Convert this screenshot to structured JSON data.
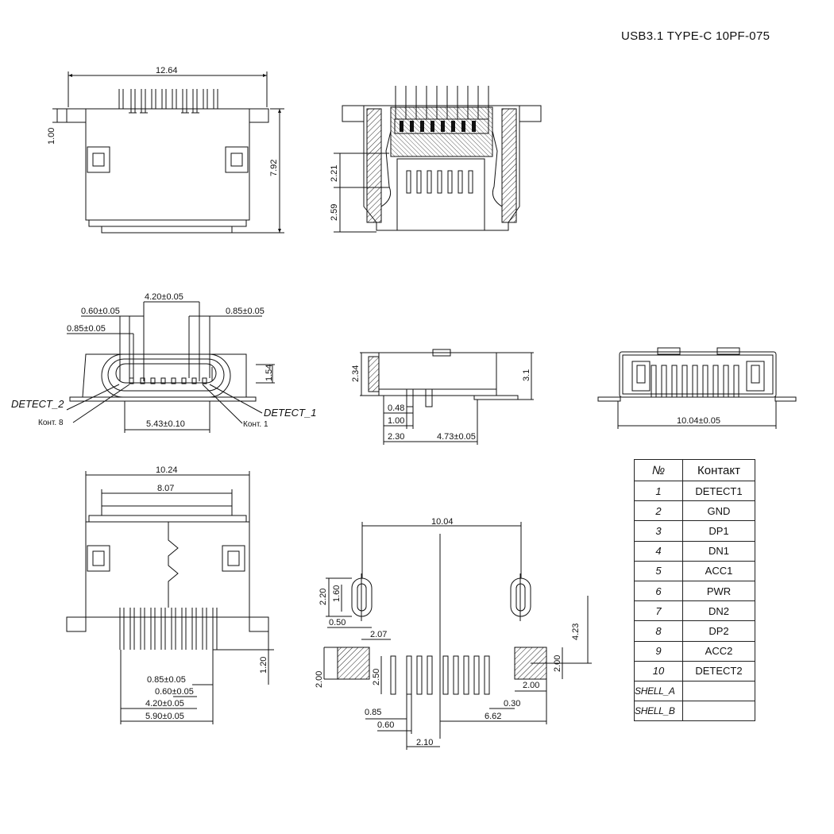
{
  "title": "USB3.1 TYPE-C 10PF-075",
  "views": {
    "front": {
      "width": "12.64",
      "height": "7.92",
      "flange": "1.00"
    },
    "section": {
      "dim_upper": "2.21",
      "dim_lower": "2.59"
    },
    "mating_face": {
      "pitch_outer": "4.20±0.05",
      "pad_left": "0.60±0.05",
      "pad_right": "0.85±0.05",
      "pad_left2": "0.85±0.05",
      "height": "1.54",
      "width": "5.43±0.10",
      "label_detect2": "DETECT_2",
      "label_detect1": "DETECT_1",
      "label_pin8": "Конт. 8",
      "label_pin1": "Конт. 1"
    },
    "side": {
      "h1": "2.34",
      "h2": "3.1",
      "d048": "0.48",
      "d100": "1.00",
      "d230": "2.30",
      "d473": "4.73±0.05"
    },
    "rear": {
      "width": "10.04±0.05"
    },
    "top": {
      "width_outer": "10.24",
      "width_inner": "8.07",
      "lead": "1.20",
      "d085": "0.85±0.05",
      "d060": "0.60±0.05",
      "d420": "4.20±0.05",
      "d590": "5.90±0.05"
    },
    "footprint": {
      "width": "10.04",
      "slot_h": "2.20",
      "slot_inner": "1.60",
      "slot_w": "0.50",
      "slot_x": "2.07",
      "pad_offset": "4.23",
      "pad_h_left": "2.00",
      "pin_len": "2.50",
      "pad_h_right": "2.00",
      "pad_w_right": "2.00",
      "gap": "0.30",
      "d085": "0.85",
      "d060": "0.60",
      "d662": "6.62",
      "d210": "2.10"
    }
  },
  "pin_table": {
    "header_num": "№",
    "header_name": "Контакт",
    "rows": [
      {
        "num": "1",
        "name": "DETECT1"
      },
      {
        "num": "2",
        "name": "GND"
      },
      {
        "num": "3",
        "name": "DP1"
      },
      {
        "num": "4",
        "name": "DN1"
      },
      {
        "num": "5",
        "name": "ACC1"
      },
      {
        "num": "6",
        "name": "PWR"
      },
      {
        "num": "7",
        "name": "DN2"
      },
      {
        "num": "8",
        "name": "DP2"
      },
      {
        "num": "9",
        "name": "ACC2"
      },
      {
        "num": "10",
        "name": "DETECT2"
      },
      {
        "num": "SHELL_A",
        "name": ""
      },
      {
        "num": "SHELL_B",
        "name": ""
      }
    ]
  }
}
